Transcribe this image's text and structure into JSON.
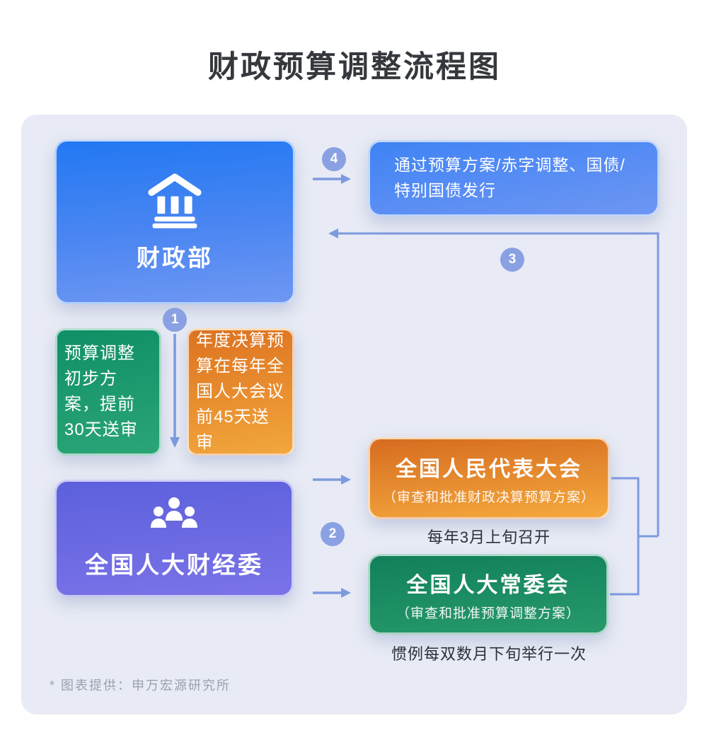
{
  "title": "财政预算调整流程图",
  "flow": {
    "mof": {
      "label": "财政部"
    },
    "outcome": {
      "text": "通过预算方案/赤字调整、国债/\n特别国债发行"
    },
    "note_green": {
      "text": "预算调整初步方案，提前30天送审"
    },
    "note_orange": {
      "text": "年度决算预算在每年全国人大会议前45天送审"
    },
    "fec": {
      "label": "全国人大财经委"
    },
    "npc": {
      "title": "全国人民代表大会",
      "subtitle": "（审查和批准财政决算预算方案）",
      "schedule": "每年3月上旬召开"
    },
    "npcsc": {
      "title": "全国人大常委会",
      "subtitle": "（审查和批准预算调整方案）",
      "schedule": "惯例每双数月下旬举行一次"
    }
  },
  "steps": {
    "s1": "1",
    "s2": "2",
    "s3": "3",
    "s4": "4"
  },
  "footer": {
    "credit": "* 图表提供：申万宏源研究所"
  },
  "colors": {
    "panel": "#E8EBF5",
    "blue": "#2E7CF3",
    "green": "#0F8F66",
    "orange": "#E07522",
    "purple": "#5D60DC",
    "deep_green": "#12815A",
    "arrow": "#7E9ADF",
    "badge": "#89A1E3"
  },
  "icons": {
    "mof": "bank-icon",
    "fec": "team-icon"
  }
}
